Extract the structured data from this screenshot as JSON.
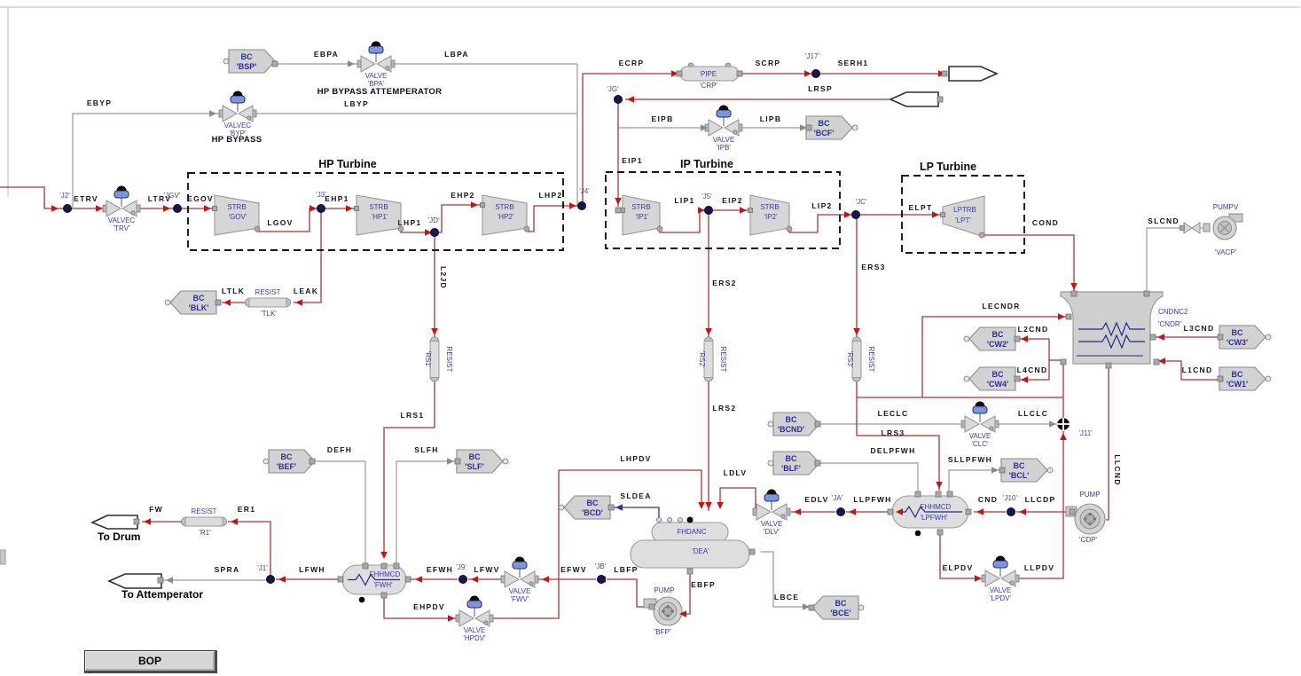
{
  "app": {
    "bop_button": "BOP"
  },
  "colors": {
    "line_red": "#b23232",
    "line_gray": "#9a9a9a",
    "line_blue": "#2b35a8",
    "arrow_red": "#cc1111",
    "label_blue": "#3a3aae",
    "node_fill": "#17174c",
    "shape_fill": "#d9d9d9",
    "shape_stroke": "#8f8f8f",
    "actuator_blue": "#7b96e0",
    "hx_navy": "#27278f",
    "frame_gray": "#c4c4c4"
  },
  "titles": {
    "hp_turbine": "HP Turbine",
    "ip_turbine": "IP Turbine",
    "lp_turbine": "LP Turbine",
    "hp_bypass_attemperator": "HP BYPASS ATTEMPERATOR",
    "hp_bypass": "HP BYPASS",
    "to_drum": "To Drum",
    "to_attemperator": "To Attemperator"
  },
  "line_labels": {
    "EBPA": "EBPA",
    "LBPA": "LBPA",
    "EBYP": "EBYP",
    "LBYP": "LBYP",
    "ECRP": "ECRP",
    "SCRP": "SCRP",
    "SERH1": "SERH1",
    "LRSP": "LRSP",
    "EIPB": "EIPB",
    "LIPB": "LIPB",
    "ETRV": "ETRV",
    "LTRV": "LTRV",
    "EGOV": "EGOV",
    "LGOV": "LGOV",
    "EHP1": "EHP1",
    "LHP1": "LHP1",
    "EHP2": "EHP2",
    "LHP2": "LHP2",
    "EIP1": "EIP1",
    "LIP1": "LIP1",
    "EIP2": "EIP2",
    "LIP2": "LIP2",
    "ELPT": "ELPT",
    "COND": "COND",
    "SLCND": "SLCND",
    "ERS2": "ERS2",
    "ERS3": "ERS3",
    "LRS1": "LRS1",
    "LRS2": "LRS2",
    "LRS3": "LRS3",
    "L2JD": "L2JD",
    "LEAK": "LEAK",
    "LTLK": "LTLK",
    "LECNDR": "LECNDR",
    "L2CND": "L2CND",
    "L4CND": "L4CND",
    "L3CND": "L3CND",
    "L1CND": "L1CND",
    "LECLC": "LECLC",
    "LLCLC": "LLCLC",
    "DEFH": "DEFH",
    "SLFH": "SLFH",
    "LHPDV": "LHPDV",
    "LDLV": "LDLV",
    "SLDEA": "SLDEA",
    "EDLV": "EDLV",
    "LLPFWH": "LLPFWH",
    "CND": "CND",
    "LLCDP": "LLCDP",
    "LLCND": "LLCND",
    "DELPFWH": "DELPFWH",
    "SLLPFWH": "SLLPFWH",
    "ELPDV": "ELPDV",
    "LLPDV": "LLPDV",
    "FW": "FW",
    "ER1": "ER1",
    "SPRA": "SPRA",
    "LFWH": "LFWH",
    "EFWH": "EFWH",
    "LFWV": "LFWV",
    "EFWV": "EFWV",
    "LBFP": "LBFP",
    "EHPDV": "EHPDV",
    "EBFP": "EBFP",
    "LBCE": "LBCE"
  },
  "components": {
    "valve_bpa": {
      "type": "VALVE",
      "name": "'BPA'"
    },
    "valvec_byp": {
      "type": "VALVEC",
      "name": "'BYP'"
    },
    "valvec_trv": {
      "type": "VALVEC",
      "name": "'TRV'"
    },
    "valve_ipb": {
      "type": "VALVE",
      "name": "'IPB'"
    },
    "valve_clc": {
      "type": "VALVE",
      "name": "'CLC'"
    },
    "valve_dlv": {
      "type": "VALVE",
      "name": "'DLV'"
    },
    "valve_fwv": {
      "type": "VALVE",
      "name": "'FWV'"
    },
    "valve_hpdv": {
      "type": "VALVE",
      "name": "'HPDV'"
    },
    "valve_lpdv": {
      "type": "VALVE",
      "name": "'LPDV'"
    },
    "pipe_crp": {
      "type": "PIPE",
      "name": "'CRP'"
    },
    "resist_tlk": {
      "type": "RESIST",
      "name": "'TLK'"
    },
    "resist_r1": {
      "type": "RESIST",
      "name": "'R1'"
    },
    "resist_rs1": {
      "type": "RESIST",
      "name": "'RS1'"
    },
    "resist_rs2": {
      "type": "RESIST",
      "name": "'RS2'"
    },
    "resist_rs3": {
      "type": "RESIST",
      "name": "'RS3'"
    },
    "strb_gov": {
      "type": "STRB",
      "name": "'GOV'"
    },
    "strb_hp1": {
      "type": "STRB",
      "name": "'HP1'"
    },
    "strb_hp2": {
      "type": "STRB",
      "name": "'HP2'"
    },
    "strb_ip1": {
      "type": "STRB",
      "name": "'IP1'"
    },
    "strb_ip2": {
      "type": "STRB",
      "name": "'IP2'"
    },
    "lptrb_lpt": {
      "type": "LPTRB",
      "name": "'LPT'"
    },
    "pump_bfp": {
      "type": "PUMP",
      "name": "'BFP'"
    },
    "pump_cdp": {
      "type": "PUMP",
      "name": "'CDP'"
    },
    "pumpv_vacp": {
      "type": "PUMPV",
      "name": "'VACP'"
    },
    "fwh": {
      "type": "FHHMCD",
      "name": "'FWH'"
    },
    "lpfwh": {
      "type": "FHHMCD",
      "name": "'LPFWH'"
    },
    "dea": {
      "type": "FHDANC",
      "name": "'DEA'"
    },
    "cndr": {
      "type": "CNDNC2",
      "name": "'CNDR'"
    }
  },
  "nodes": {
    "J1": "'J1'",
    "J2": "'J2'",
    "J3": "'J3'",
    "J4": "'J4'",
    "J5": "'J5'",
    "J9": "'J9'",
    "J10": "'J10'",
    "J11": "'J11'",
    "J17": "'J17'",
    "JA": "'JA'",
    "JB": "'JB'",
    "JC": "'JC'",
    "JD": "'JD'",
    "JG": "'JG'",
    "JGV": "'JGV'"
  },
  "bc_tags": {
    "BSP": {
      "l1": "BC",
      "l2": "'BSP'"
    },
    "BCF": {
      "l1": "BC",
      "l2": "'BCF'"
    },
    "BLK": {
      "l1": "BC",
      "l2": "'BLK'"
    },
    "CW2": {
      "l1": "BC",
      "l2": "'CW2'"
    },
    "CW4": {
      "l1": "BC",
      "l2": "'CW4'"
    },
    "CW3": {
      "l1": "BC",
      "l2": "'CW3'"
    },
    "CW1": {
      "l1": "BC",
      "l2": "'CW1'"
    },
    "BCND": {
      "l1": "BC",
      "l2": "'BCND'"
    },
    "BLF": {
      "l1": "BC",
      "l2": "'BLF'"
    },
    "BCL": {
      "l1": "BC",
      "l2": "'BCL'"
    },
    "BEF": {
      "l1": "BC",
      "l2": "'BEF'"
    },
    "SLF": {
      "l1": "BC",
      "l2": "'SLF'"
    },
    "BCD": {
      "l1": "BC",
      "l2": "'BCD'"
    },
    "BCE": {
      "l1": "BC",
      "l2": "'BCE'"
    }
  }
}
